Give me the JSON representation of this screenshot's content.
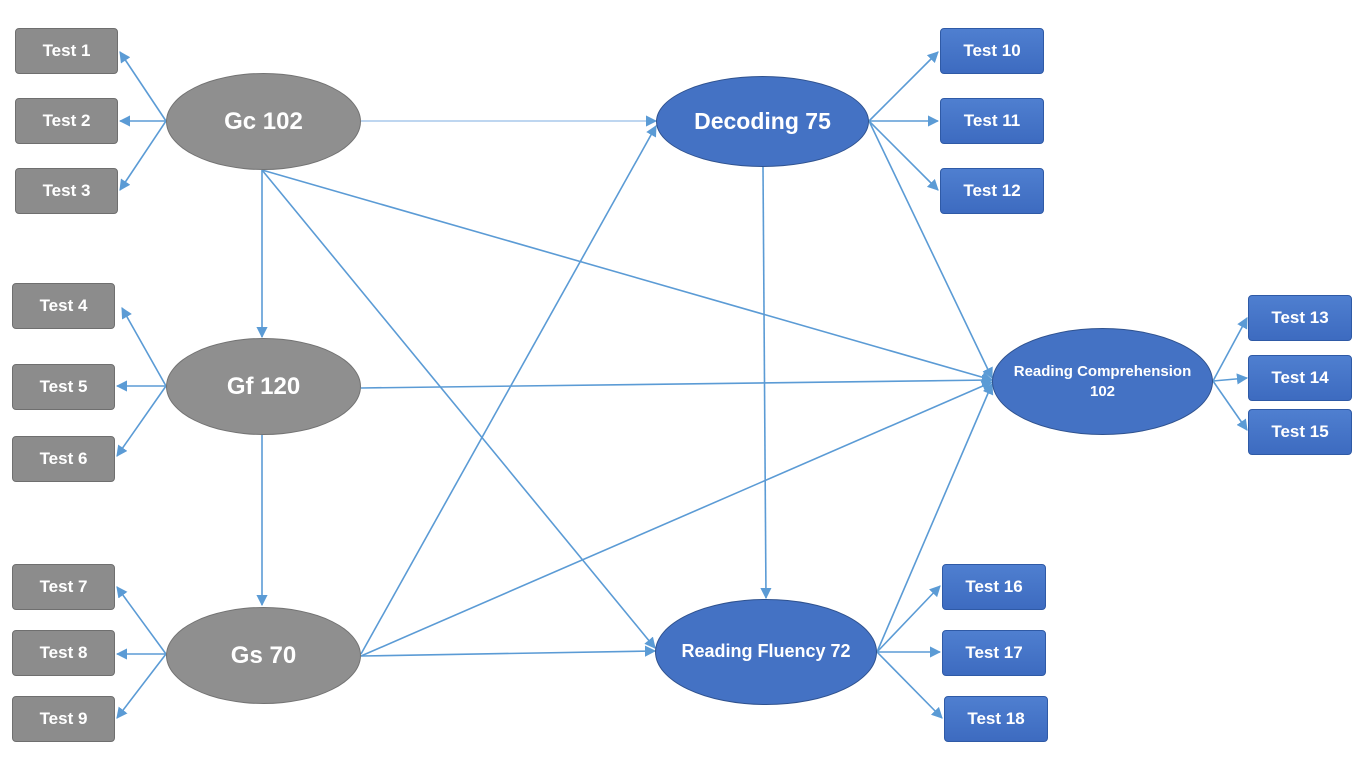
{
  "latent": {
    "gc": "Gc 102",
    "gf": "Gf 120",
    "gs": "Gs 70",
    "decoding": "Decoding 75",
    "fluency": "Reading Fluency 72",
    "comprehension": "Reading Comprehension 102"
  },
  "tests": {
    "t1": "Test 1",
    "t2": "Test 2",
    "t3": "Test 3",
    "t4": "Test 4",
    "t5": "Test 5",
    "t6": "Test 6",
    "t7": "Test 7",
    "t8": "Test 8",
    "t9": "Test 9",
    "t10": "Test 10",
    "t11": "Test 11",
    "t12": "Test 12",
    "t13": "Test 13",
    "t14": "Test 14",
    "t15": "Test 15",
    "t16": "Test 16",
    "t17": "Test 17",
    "t18": "Test 18"
  },
  "colors": {
    "gray_fill": "#8f8f8f",
    "blue_fill": "#4472c4",
    "arrow": "#5b9bd5"
  }
}
